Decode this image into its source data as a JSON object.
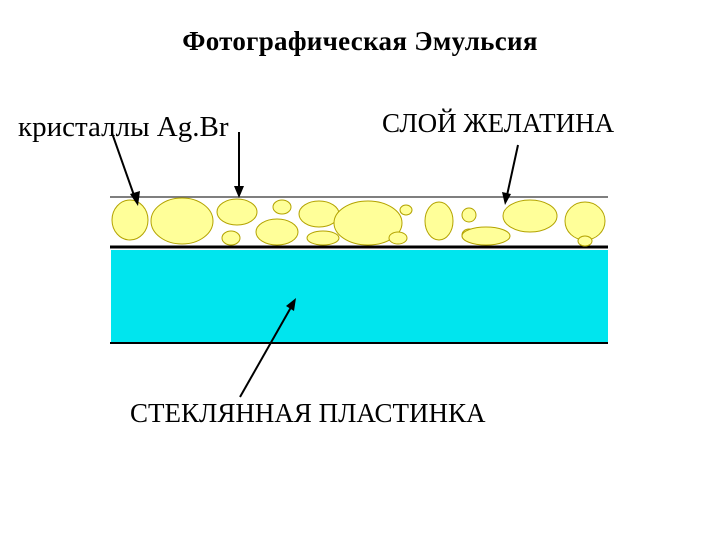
{
  "title": "Фотографическая Эмульсия",
  "labels": {
    "crystals": "кристаллы  Ag.Br",
    "gelatin": "СЛОЙ  ЖЕЛАТИНА",
    "glass": "СТЕКЛЯННАЯ  ПЛАСТИНКА"
  },
  "colors": {
    "crystal_fill": "#ffff99",
    "crystal_stroke": "#b3a300",
    "glass_fill": "#00e5ee",
    "line": "#000000"
  }
}
